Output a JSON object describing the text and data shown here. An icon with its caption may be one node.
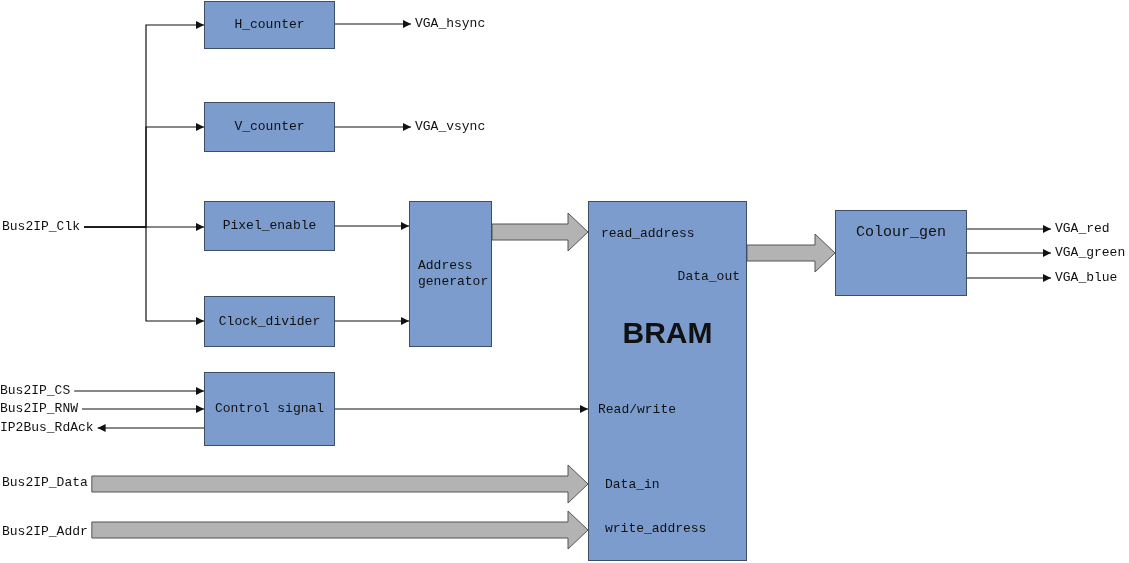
{
  "diagram": {
    "nodes": [
      {
        "text": [
          "H_counter"
        ]
      },
      {
        "text": [
          "VGA_hsync"
        ]
      },
      {
        "text": [
          "V_counter"
        ]
      },
      {
        "text": [
          "VGA_vsync"
        ]
      },
      {
        "text": [
          "Bus2IP_Clk"
        ]
      },
      {
        "text": [
          "Pixel_enable"
        ]
      },
      {
        "text": [
          "Address generator"
        ]
      },
      {
        "text": [
          "read_address",
          "Data_out",
          "BRAM",
          "Read/write",
          "Data_in",
          "write_address"
        ]
      },
      {
        "text": [
          "Colour_gen"
        ]
      },
      {
        "text": [
          "VGA_red"
        ]
      },
      {
        "text": [
          "VGA_green"
        ]
      },
      {
        "text": [
          "VGA_blue"
        ]
      },
      {
        "text": [
          "Clock_divider"
        ]
      },
      {
        "text": [
          "Bus2IP_CS"
        ]
      },
      {
        "text": [
          "Bus2IP_RNW"
        ]
      },
      {
        "text": [
          "IP2Bus_RdAck"
        ]
      },
      {
        "text": [
          "Control signal"
        ]
      },
      {
        "text": [
          "Bus2IP_Data"
        ]
      },
      {
        "text": [
          "Bus2IP_Addr"
        ]
      }
    ],
    "edges": [
      {
        "from": 4,
        "to": 0,
        "arrow": "to"
      },
      {
        "from": 4,
        "to": 2,
        "arrow": "to"
      },
      {
        "from": 4,
        "to": 5,
        "arrow": "to"
      },
      {
        "from": 4,
        "to": 12,
        "arrow": "to"
      },
      {
        "from": 0,
        "to": 1,
        "arrow": "to"
      },
      {
        "from": 2,
        "to": 3,
        "arrow": "to"
      },
      {
        "from": 5,
        "to": 6,
        "arrow": "to"
      },
      {
        "from": 12,
        "to": 6,
        "arrow": "to"
      },
      {
        "from": 6,
        "to": 7,
        "arrow": "to",
        "style": "thick",
        "color": "#b3b3b3"
      },
      {
        "from": 7,
        "to": 8,
        "arrow": "to",
        "style": "thick",
        "color": "#b3b3b3"
      },
      {
        "from": 8,
        "to": 9,
        "arrow": "to"
      },
      {
        "from": 8,
        "to": 10,
        "arrow": "to"
      },
      {
        "from": 8,
        "to": 11,
        "arrow": "to"
      },
      {
        "from": 13,
        "to": 16,
        "arrow": "to"
      },
      {
        "from": 14,
        "to": 16,
        "arrow": "to"
      },
      {
        "from": 16,
        "to": 15,
        "arrow": "to"
      },
      {
        "from": 16,
        "to": 7,
        "arrow": "to"
      },
      {
        "from": 17,
        "to": 7,
        "arrow": "to",
        "style": "thick",
        "color": "#b3b3b3"
      },
      {
        "from": 18,
        "to": 7,
        "arrow": "to",
        "style": "thick",
        "color": "#b3b3b3"
      }
    ]
  }
}
